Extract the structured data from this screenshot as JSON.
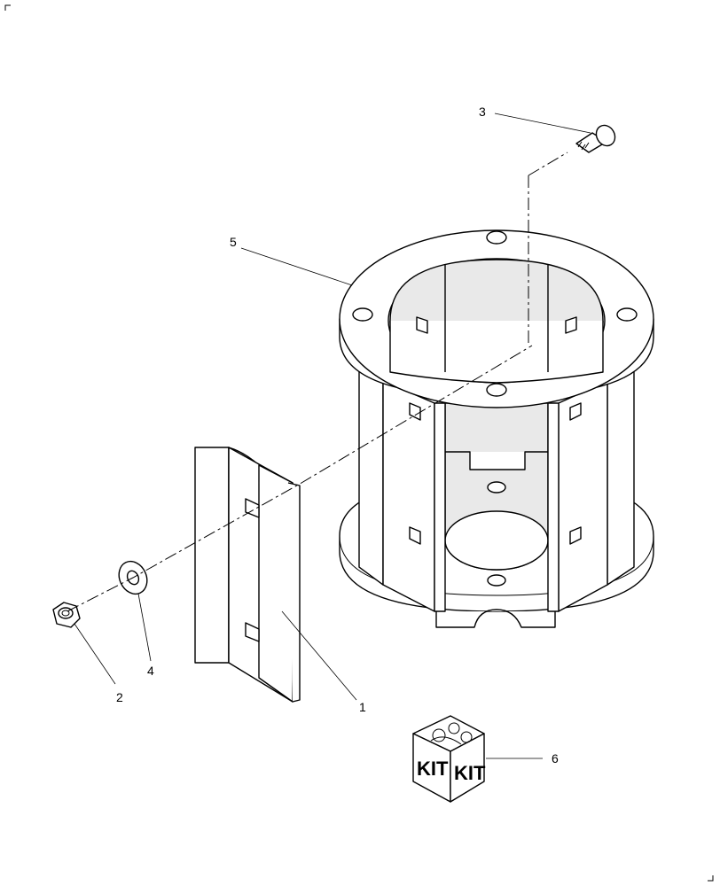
{
  "callouts": [
    {
      "id": "1",
      "label": "1"
    },
    {
      "id": "2",
      "label": "2"
    },
    {
      "id": "3",
      "label": "3"
    },
    {
      "id": "4",
      "label": "4"
    },
    {
      "id": "5",
      "label": "5"
    },
    {
      "id": "6",
      "label": "6"
    }
  ],
  "kit": {
    "left_label": "KIT",
    "right_label": "KIT"
  }
}
